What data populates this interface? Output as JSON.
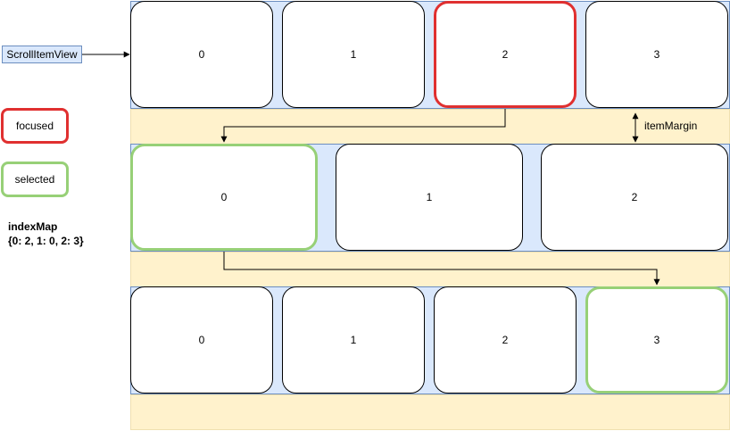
{
  "labels": {
    "scroll_item_view": "ScrollItemView",
    "focused": "focused",
    "selected": "selected",
    "index_map_title": "indexMap",
    "index_map_value": "{0: 2, 1: 0, 2: 3}",
    "item_margin": "itemMargin"
  },
  "rows": [
    {
      "items": [
        "0",
        "1",
        "2",
        "3"
      ],
      "focused_index": 2,
      "selected_index": null
    },
    {
      "items": [
        "0",
        "1",
        "2"
      ],
      "focused_index": null,
      "selected_index": 0
    },
    {
      "items": [
        "0",
        "1",
        "2",
        "3"
      ],
      "focused_index": null,
      "selected_index": 3
    }
  ],
  "colors": {
    "band_blue": "#dae8fc",
    "band_yellow": "#fff2cc",
    "focused_border": "#e03030",
    "selected_border": "#97d077"
  }
}
